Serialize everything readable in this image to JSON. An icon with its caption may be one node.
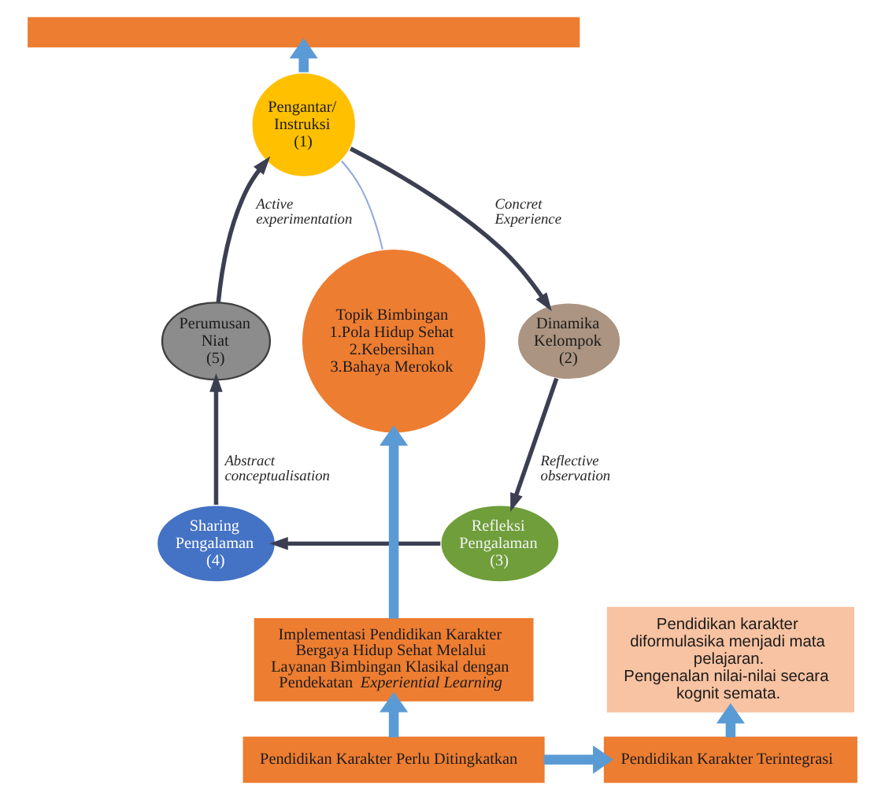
{
  "diagram": {
    "nodes": [
      {
        "text": [],
        "shape": "bar"
      },
      {
        "text": [
          "Pengantar/ Instruksi",
          "(1)"
        ]
      },
      {
        "text": [
          "Perumusan Niat",
          "(5)"
        ]
      },
      {
        "text": [
          "Dinamika Kelompok",
          "(2)"
        ]
      },
      {
        "text": [
          "Topik Bimbingan",
          "1.Pola Hidup Sehat",
          "2.Kebersihan",
          "3.Bahaya Merokok"
        ]
      },
      {
        "text": [
          "Sharing Pengalaman",
          "(4)"
        ]
      },
      {
        "text": [
          "Refleksi Pengalaman",
          "(3)"
        ]
      },
      {
        "text": [
          "Implementasi Pendidikan Karakter Bergaya Hidup Sehat Melalui Layanan Bimbingan Klasikal dengan Pendekatan *Experiential Learning*"
        ]
      },
      {
        "text": [
          "Pendidikan karakter diformulasika menjadi mata pelajaran.",
          "Pengenalan nilai-nilai secara kognit semata."
        ]
      },
      {
        "text": [
          "Pendidikan Karakter Perlu Ditingkatkan"
        ]
      },
      {
        "text": [
          "Pendidikan Karakter Terintegrasi"
        ]
      }
    ],
    "edges": [
      {
        "from": 1,
        "to": 0,
        "arrow": "to",
        "style": "thick",
        "color": "#5b9bd5"
      },
      {
        "from": 1,
        "to": 3,
        "arrow": "to",
        "label": "Concret Experience",
        "color": "#3b3f51"
      },
      {
        "from": 3,
        "to": 6,
        "arrow": "to",
        "label": "Reflective observation",
        "color": "#3b3f51"
      },
      {
        "from": 6,
        "to": 5,
        "arrow": "to",
        "color": "#3b3f51"
      },
      {
        "from": 5,
        "to": 2,
        "arrow": "to",
        "label": "Abstract conceptualisation",
        "color": "#3b3f51"
      },
      {
        "from": 2,
        "to": 1,
        "arrow": "to",
        "label": "Active experimentation",
        "color": "#3b3f51"
      },
      {
        "from": 4,
        "to": 1,
        "arrow": "none",
        "color": "#8faadc"
      },
      {
        "from": 7,
        "to": 4,
        "arrow": "to",
        "style": "thick",
        "color": "#5b9bd5"
      },
      {
        "from": 9,
        "to": 7,
        "arrow": "to",
        "style": "thick",
        "color": "#5b9bd5"
      },
      {
        "from": 9,
        "to": 10,
        "arrow": "to",
        "style": "thick",
        "color": "#5b9bd5"
      },
      {
        "from": 10,
        "to": 8,
        "arrow": "to",
        "style": "thick",
        "color": "#5b9bd5"
      }
    ]
  }
}
